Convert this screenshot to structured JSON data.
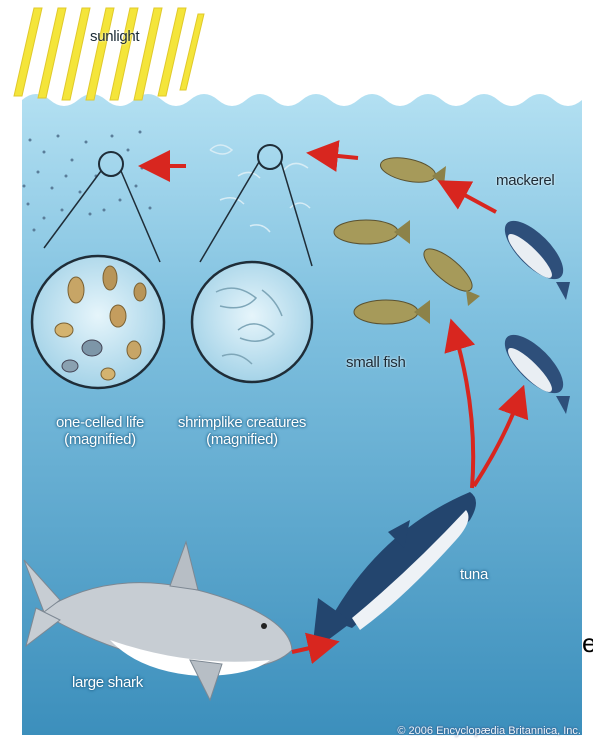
{
  "labels": {
    "sunlight": "sunlight",
    "mackerel": "mackerel",
    "small_fish": "small fish",
    "one_celled_line1": "one-celled life",
    "one_celled_line2": "(magnified)",
    "shrimplike_line1": "shrimplike creatures",
    "shrimplike_line2": "(magnified)",
    "tuna": "tuna",
    "large_shark": "large shark",
    "copyright": "© 2006 Encyclopædia Britannica, Inc.",
    "stray_char": "e"
  },
  "colors": {
    "sunlight": "#f4e53a",
    "water_top": "#a9d9ee",
    "water_bottom": "#3f93bf",
    "arrow": "#d8261f"
  }
}
